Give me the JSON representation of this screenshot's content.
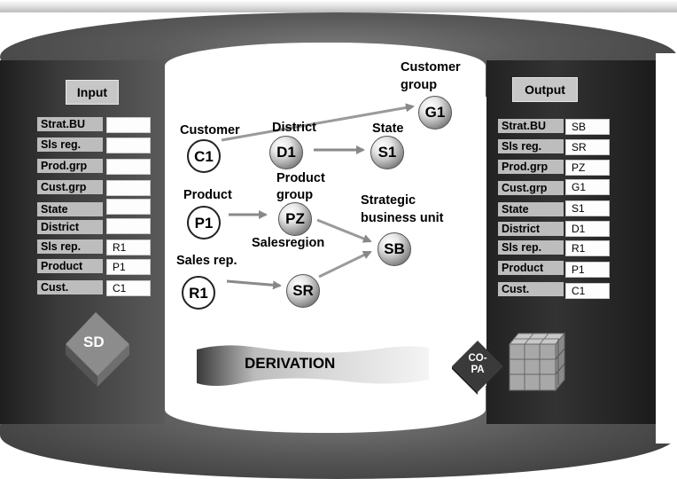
{
  "input": {
    "title": "Input",
    "fields": [
      {
        "label": "Strat.BU",
        "value": ""
      },
      {
        "label": "Sls reg.",
        "value": ""
      },
      {
        "label": "Prod.grp",
        "value": ""
      },
      {
        "label": "Cust.grp",
        "value": ""
      },
      {
        "label": "State",
        "value": ""
      },
      {
        "label": "District",
        "value": ""
      },
      {
        "label": "Sls rep.",
        "value": "R1"
      },
      {
        "label": "Product",
        "value": "P1"
      },
      {
        "label": "Cust.",
        "value": "C1"
      }
    ]
  },
  "output": {
    "title": "Output",
    "fields": [
      {
        "label": "Strat.BU",
        "value": "SB"
      },
      {
        "label": "Sls reg.",
        "value": "SR"
      },
      {
        "label": "Prod.grp",
        "value": "PZ"
      },
      {
        "label": "Cust.grp",
        "value": "G1"
      },
      {
        "label": "State",
        "value": "S1"
      },
      {
        "label": "District",
        "value": "D1"
      },
      {
        "label": "Sls rep.",
        "value": "R1"
      },
      {
        "label": "Product",
        "value": "P1"
      },
      {
        "label": "Cust.",
        "value": "C1"
      }
    ]
  },
  "diagram": {
    "nodes": {
      "c1": {
        "id": "C1",
        "label": "Customer"
      },
      "d1": {
        "id": "D1",
        "label": "District"
      },
      "s1": {
        "id": "S1",
        "label": "State"
      },
      "g1": {
        "id": "G1",
        "label_line1": "Customer",
        "label_line2": "group"
      },
      "p1": {
        "id": "P1",
        "label": "Product"
      },
      "pz": {
        "id": "PZ",
        "label_line1": "Product",
        "label_line2": "group"
      },
      "sr_region": {
        "label": "Salesregion"
      },
      "sb": {
        "id": "SB",
        "label_line1": "Strategic",
        "label_line2": "business unit"
      },
      "r1": {
        "id": "R1",
        "label": "Sales rep."
      },
      "sr": {
        "id": "SR"
      }
    },
    "derivation_label": "DERIVATION"
  },
  "sd_label": "SD",
  "copa_label_line1": "CO-",
  "copa_label_line2": "PA",
  "colors": {
    "panel_dark": "#2a2a2a",
    "field_label": "#bdbdbd",
    "field_value": "#fdfdfd",
    "sd_block": "#8a8a8a"
  }
}
